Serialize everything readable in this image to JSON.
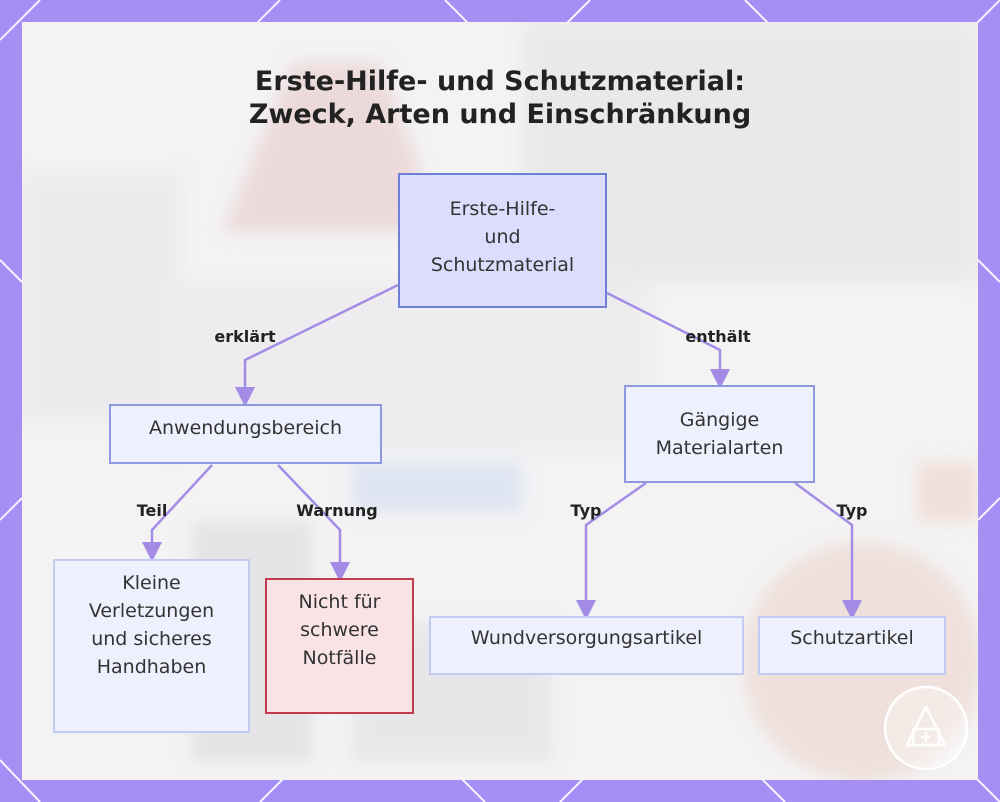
{
  "title": {
    "line1": "Erste-Hilfe- und Schutzmaterial:",
    "line2": "Zweck, Arten und Einschränkung"
  },
  "nodes": {
    "root": [
      "Erste-Hilfe-",
      "und",
      "Schutzmaterial"
    ],
    "scope": [
      "Anwendungsbereich"
    ],
    "types": [
      "Gängige",
      "Materialarten"
    ],
    "minor": [
      "Kleine",
      "Verletzungen",
      "und sicheres",
      "Handhaben"
    ],
    "warning": [
      "Nicht für",
      "schwere",
      "Notfälle"
    ],
    "wound": [
      "Wundversorgungsartikel"
    ],
    "protect": [
      "Schutzartikel"
    ]
  },
  "edges": {
    "explains": "erklärt",
    "contains": "enthält",
    "part": "Teil",
    "warning": "Warnung",
    "type_left": "Typ",
    "type_right": "Typ"
  },
  "colors": {
    "frame": "#a58ff5",
    "edge": "#a48ce6",
    "root_fill": "#dcdcfc",
    "root_border": "#6f7fd6",
    "node_fill": "#eef1fd",
    "node_border": "#8c99e0",
    "leaf_fill": "#eef1fd",
    "leaf_border": "#c3cbf2",
    "warning_fill": "#f9e3e6",
    "warning_border": "#c43a4f"
  },
  "icons": {
    "badge": "first-aid-kit-icon"
  }
}
